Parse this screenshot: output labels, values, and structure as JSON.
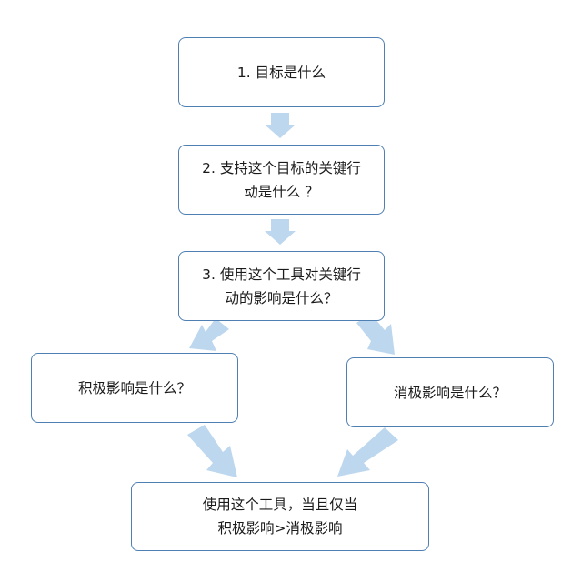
{
  "flowchart": {
    "step1": {
      "line1": "1. 目标是什么"
    },
    "step2": {
      "line1": "2. 支持这个目标的关键行",
      "line2": "动是什么 ？"
    },
    "step3": {
      "line1": "3. 使用这个工具对关键行",
      "line2": "动的影响是什么？"
    },
    "positive": {
      "line1": "积极影响是什么？"
    },
    "negative": {
      "line1": "消极影响是什么？"
    },
    "conclusion": {
      "line1": "使用这个工具，当且仅当",
      "line2": "积极影响>消极影响"
    }
  },
  "colors": {
    "box_border": "#4f7fb3",
    "arrow_fill": "#bdd7ee",
    "text": "#1a1a1a"
  }
}
